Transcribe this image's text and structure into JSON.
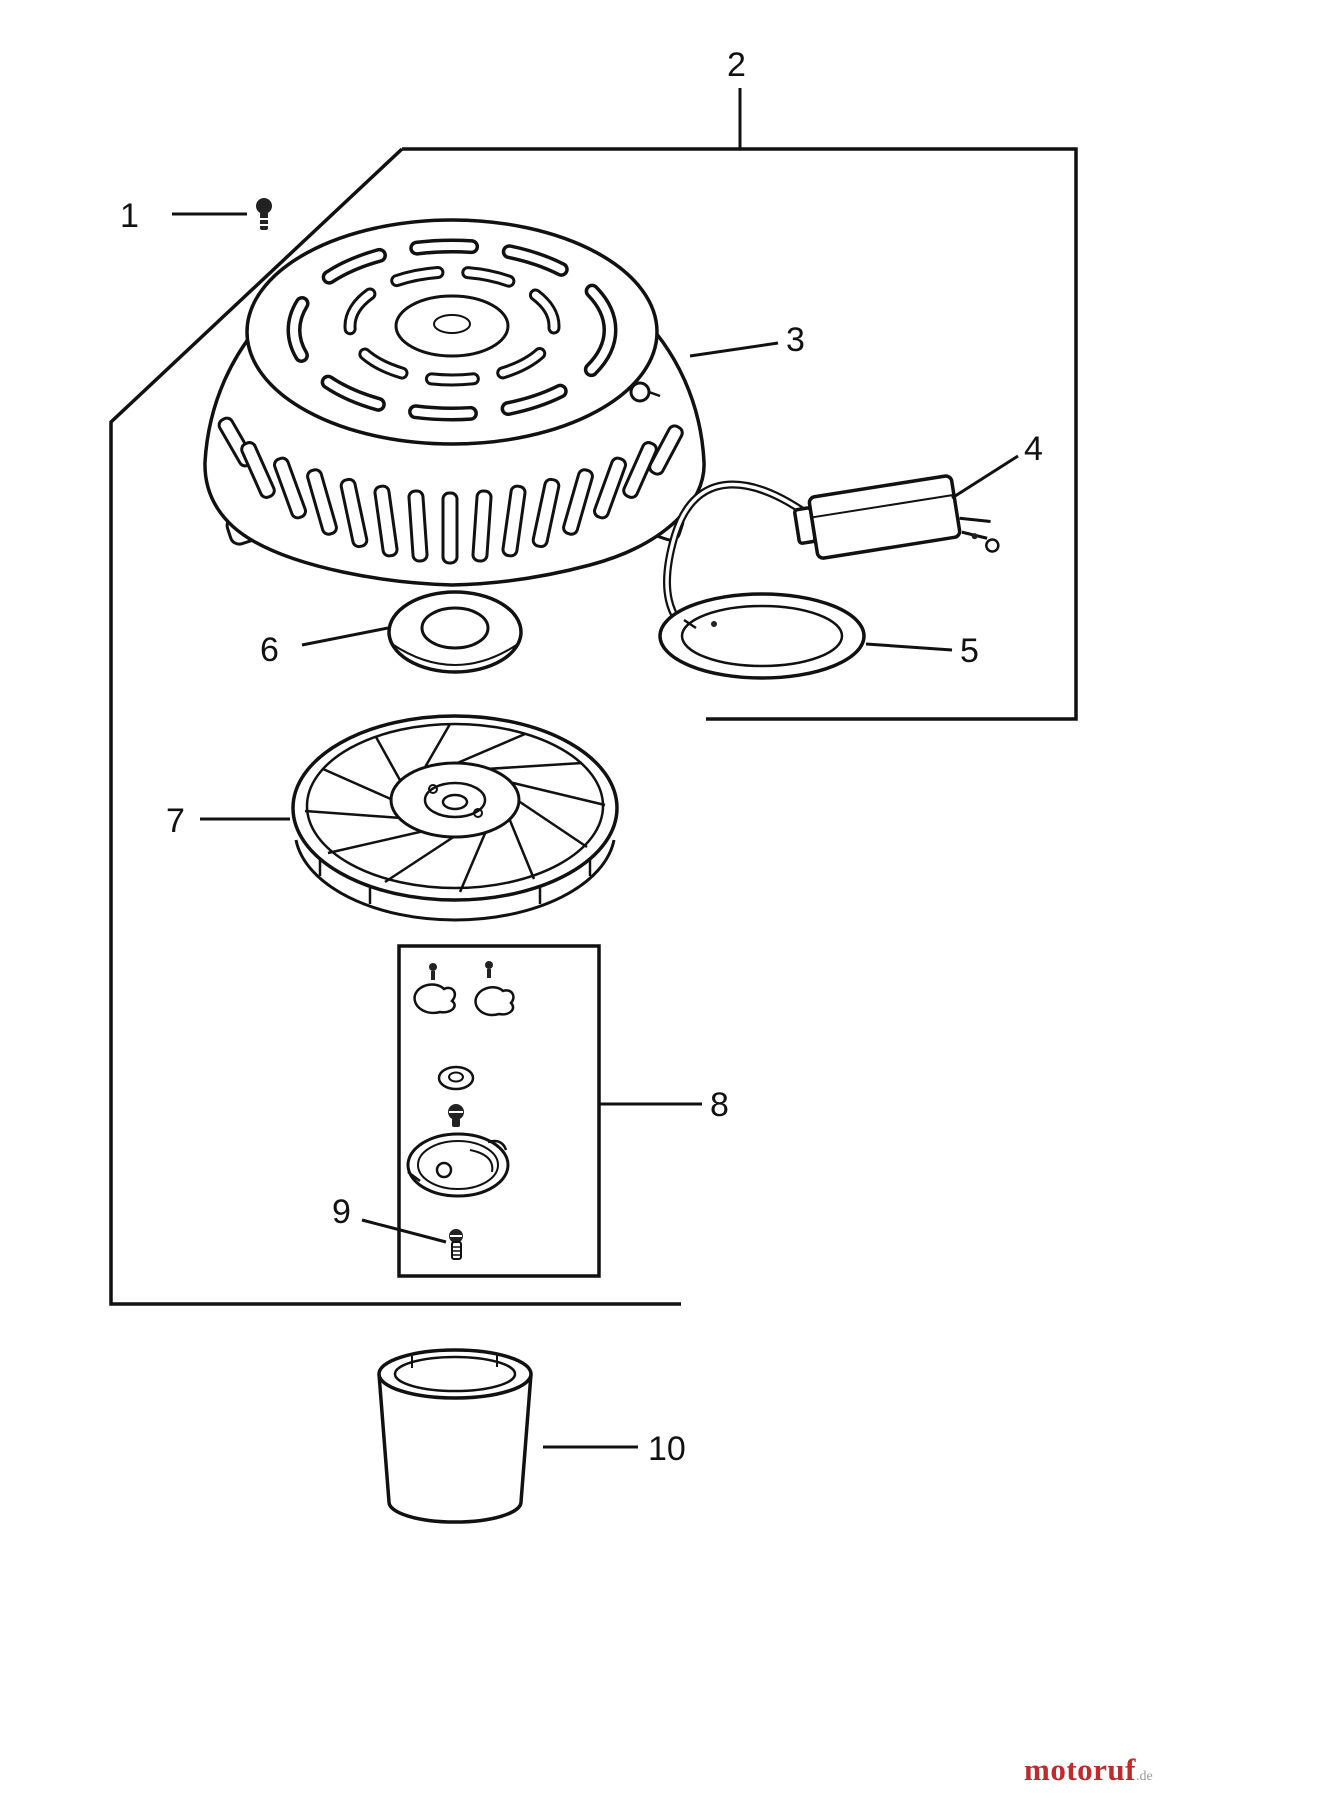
{
  "diagram": {
    "callouts": [
      {
        "label": "1"
      },
      {
        "label": "2"
      },
      {
        "label": "3"
      },
      {
        "label": "4"
      },
      {
        "label": "5"
      },
      {
        "label": "6"
      },
      {
        "label": "7"
      },
      {
        "label": "8"
      },
      {
        "label": "9"
      },
      {
        "label": "10"
      }
    ],
    "line_color": "#111111"
  },
  "watermark": {
    "brand": "motoruf",
    "suffix": ".de",
    "brand_color": "#bf2b2b",
    "suffix_color": "#9a9a9a"
  }
}
